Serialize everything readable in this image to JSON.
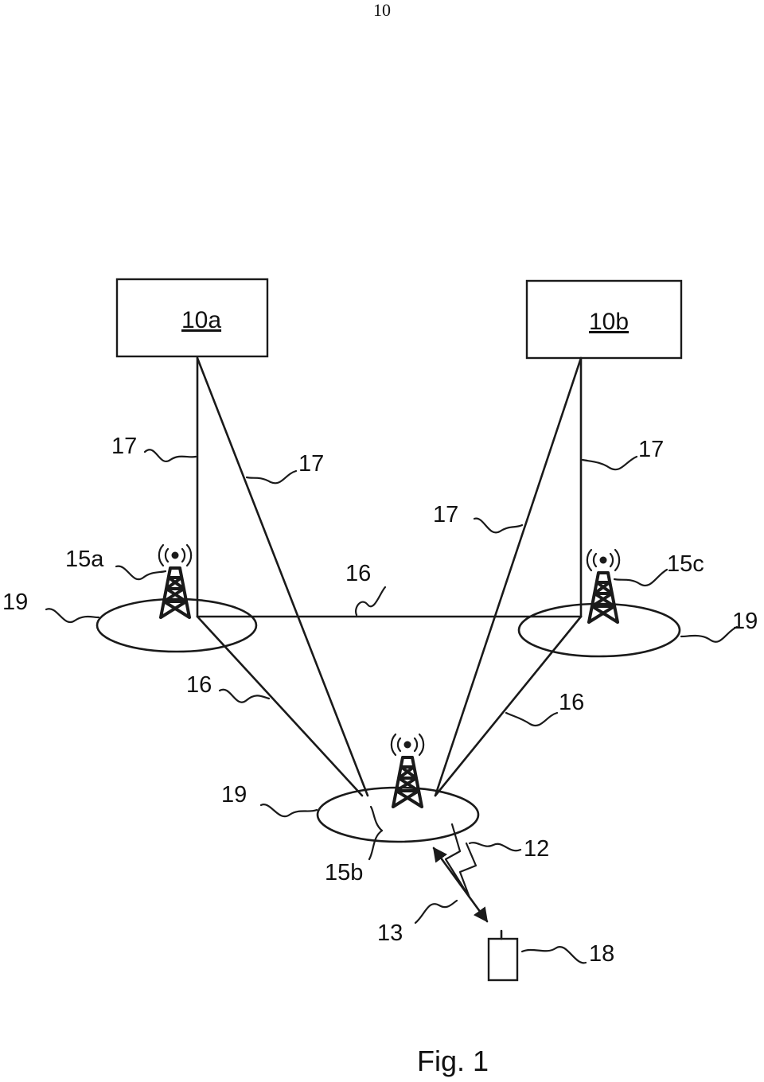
{
  "page_number": "10",
  "figure_caption": "Fig. 1",
  "nodes": {
    "box_a": "10a",
    "box_b": "10b",
    "station_a": "15a",
    "station_b": "15b",
    "station_c": "15c",
    "mobile": "18"
  },
  "labels": {
    "link_17_left_outer": "17",
    "link_17_left_inner": "17",
    "link_17_right_inner": "17",
    "link_17_right_outer": "17",
    "link_16_top": "16",
    "link_16_left": "16",
    "link_16_right": "16",
    "cell_19_left": "19",
    "cell_19_right": "19",
    "cell_19_bottom": "19",
    "radio_12": "12",
    "radio_13": "13"
  }
}
